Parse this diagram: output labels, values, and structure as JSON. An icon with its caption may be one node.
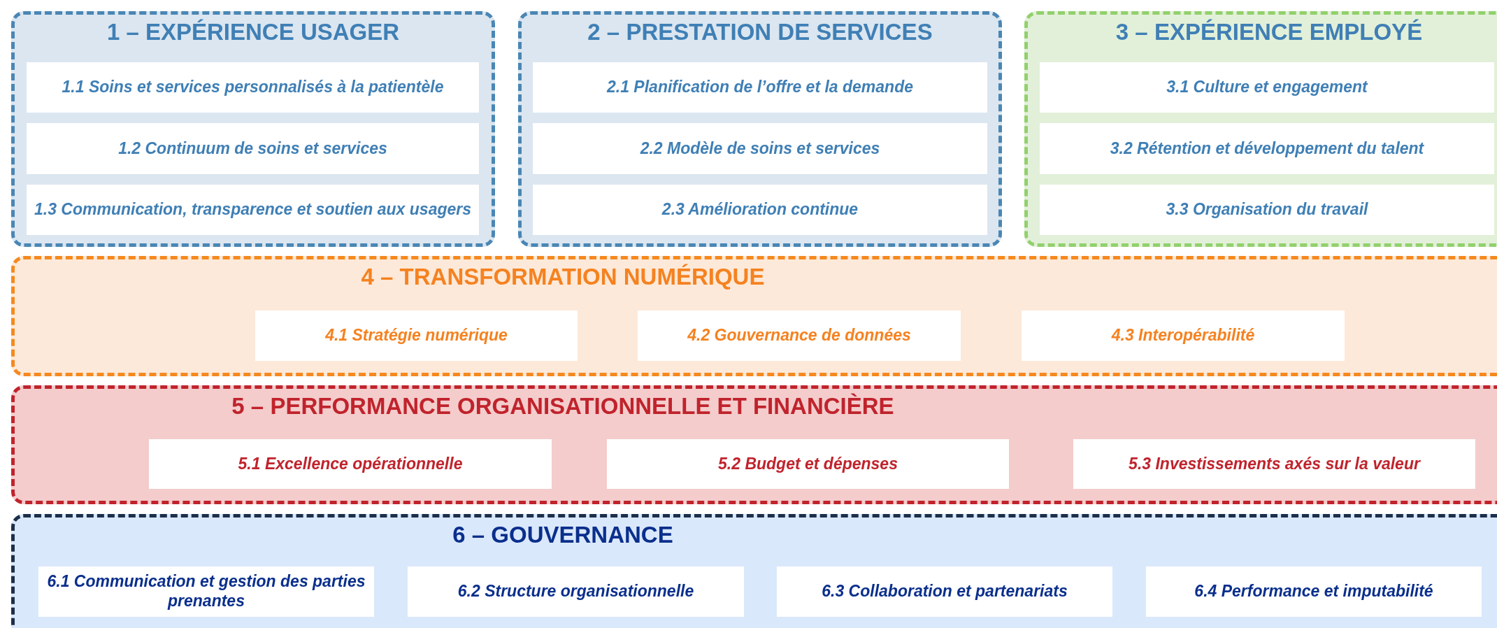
{
  "diagram": {
    "nodes": [
      {
        "text": [
          "1 – EXPÉRIENCE USAGER"
        ]
      },
      {
        "text": [
          "1.1 Soins et services personnalisés à la patientèle"
        ],
        "in": 0
      },
      {
        "text": [
          "1.2 Continuum de soins et services"
        ],
        "in": 0
      },
      {
        "text": [
          "1.3 Communication, transparence et soutien aux usagers"
        ],
        "in": 0
      },
      {
        "text": [
          "2 – PRESTATION DE SERVICES"
        ]
      },
      {
        "text": [
          "2.1 Planification de l’offre et la demande"
        ],
        "in": 4
      },
      {
        "text": [
          "2.2 Modèle de soins et services"
        ],
        "in": 4
      },
      {
        "text": [
          "2.3 Amélioration continue"
        ],
        "in": 4
      },
      {
        "text": [
          "3 – EXPÉRIENCE EMPLOYÉ"
        ]
      },
      {
        "text": [
          "3.1 Culture et engagement"
        ],
        "in": 8
      },
      {
        "text": [
          "3.2 Rétention et développement du talent"
        ],
        "in": 8
      },
      {
        "text": [
          "3.3 Organisation du travail"
        ],
        "in": 8
      },
      {
        "text": [
          "4 – TRANSFORMATION NUMÉRIQUE"
        ]
      },
      {
        "text": [
          "4.1 Stratégie numérique"
        ],
        "in": 12
      },
      {
        "text": [
          "4.2 Gouvernance de données"
        ],
        "in": 12
      },
      {
        "text": [
          "4.3 Interopérabilité"
        ],
        "in": 12
      },
      {
        "text": [
          "5 – PERFORMANCE ORGANISATIONNELLE ET FINANCIÈRE"
        ]
      },
      {
        "text": [
          "5.1 Excellence opérationnelle"
        ],
        "in": 16
      },
      {
        "text": [
          "5.2 Budget et dépenses"
        ],
        "in": 16
      },
      {
        "text": [
          "5.3 Investissements axés sur la valeur"
        ],
        "in": 16
      },
      {
        "text": [
          "6 – GOUVERNANCE"
        ]
      },
      {
        "text": [
          "6.1 Communication et gestion des parties prenantes"
        ],
        "in": 20
      },
      {
        "text": [
          "6.2 Structure organisationnelle"
        ],
        "in": 20
      },
      {
        "text": [
          "6.3 Collaboration et partenariats"
        ],
        "in": 20
      },
      {
        "text": [
          "6.4 Performance et imputabilité"
        ],
        "in": 20
      }
    ],
    "edges": []
  }
}
